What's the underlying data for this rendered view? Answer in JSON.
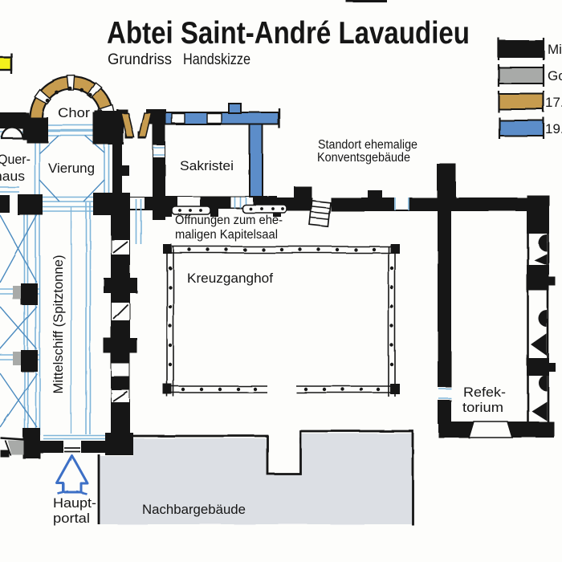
{
  "title": "Abtei Saint-André Lavaudieu",
  "subtitle": {
    "word1": "Grundriss",
    "word2": "Handskizze"
  },
  "legend": {
    "items": [
      {
        "label": "Mi",
        "color": "#141414"
      },
      {
        "label": "Go",
        "color": "#a8aaa8"
      },
      {
        "label": "17.",
        "color": "#c79c50"
      },
      {
        "label": "19.",
        "color": "#5b8dc9"
      }
    ],
    "cut_left_item_color": "#f4ef1c"
  },
  "labels": {
    "chor": "Chor",
    "vierung": "Vierung",
    "querhaus_line1": "Quer-",
    "querhaus_line2": "haus",
    "sakristei": "Sakristei",
    "mittelschiff": "Mittelschiff (Spitztonne)",
    "kreuzganghof": "Kreuzganghof",
    "refektorium_line1": "Refek-",
    "refektorium_line2": "torium",
    "hauptportal_line1": "Haupt-",
    "hauptportal_line2": "portal",
    "nachbargebaeude": "Nachbargebäude",
    "standort_line1": "Standort ehemalige",
    "standort_line2": "Konventsgebäude",
    "oeffnungen_line1": "Öffnungen zum ehe-",
    "oeffnungen_line2": "maligen Kapitelsaal"
  },
  "colors": {
    "wall_black": "#141414",
    "gothic_gray": "#a8aaa8",
    "baroque_tan": "#c79c50",
    "c19_blue": "#5b8dc9",
    "vault_blue_light": "#7fb5d9",
    "vault_blue_mid": "#4d8cc0",
    "arrow_blue": "#3c6fc6",
    "neighbor_gray": "#dcdfe4",
    "paper": "#fdfdfb",
    "swatch_yellow": "#f4ef1c"
  }
}
